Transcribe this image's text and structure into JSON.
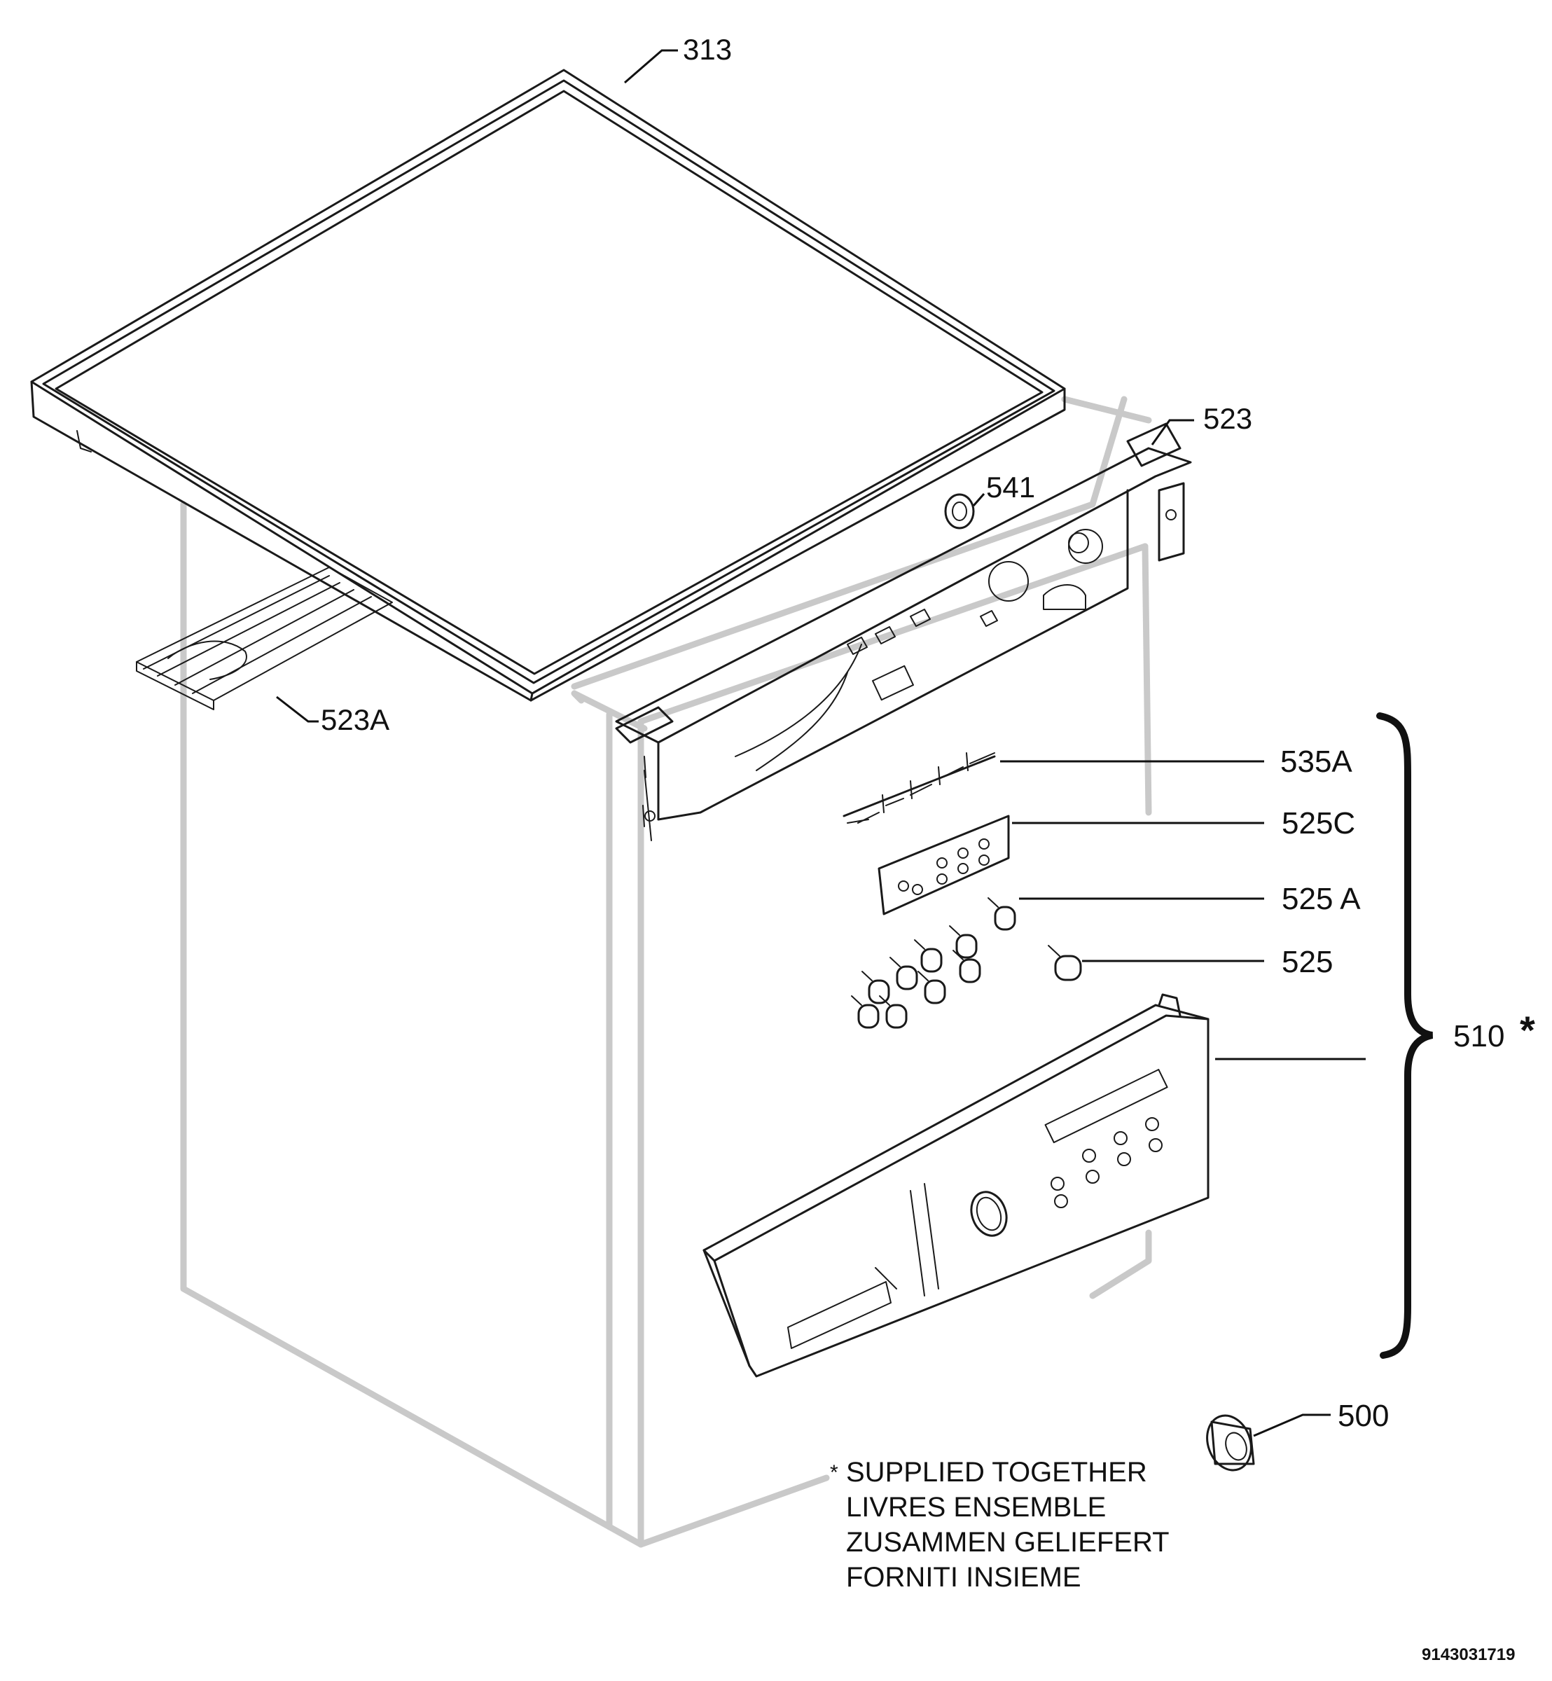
{
  "parts": {
    "p313": "313",
    "p523": "523",
    "p541": "541",
    "p523A": "523A",
    "p535A": "535A",
    "p525C": "525C",
    "p525A": "525 A",
    "p525": "525",
    "p510": "510",
    "p510_star": "*",
    "p500": "500"
  },
  "note": {
    "star": "*",
    "line1": "SUPPLIED TOGETHER",
    "line2": "LIVRES ENSEMBLE",
    "line3": "ZUSAMMEN GELIEFERT",
    "line4": "FORNITI INSIEME"
  },
  "drawing_code": "9143031719"
}
